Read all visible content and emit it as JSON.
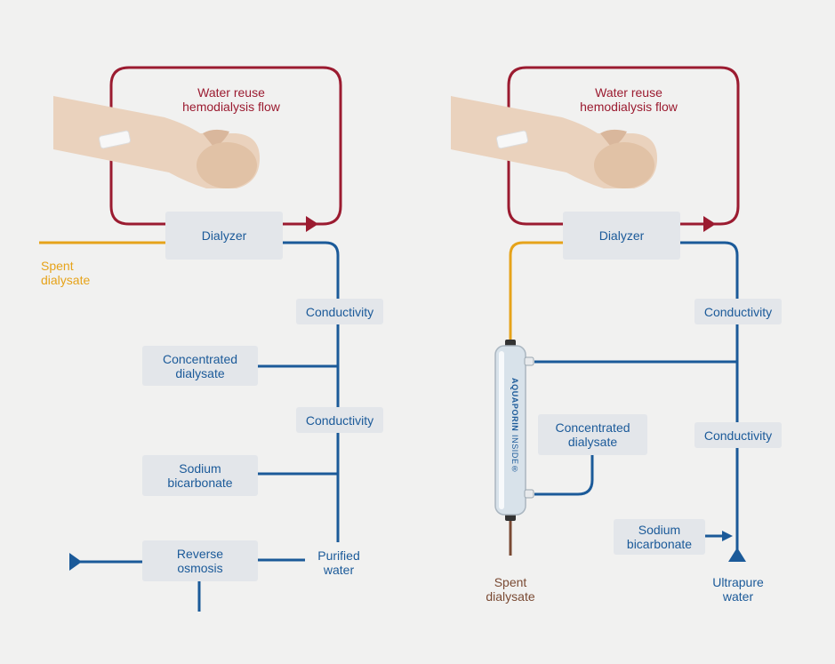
{
  "colors": {
    "blood": "#9b1b30",
    "water": "#1b5a99",
    "spent": "#e6a31a",
    "drain": "#7a4a33",
    "box": "#e3e6ea",
    "background": "#f1f1f0"
  },
  "left_panel": {
    "flow_title": "Water reuse\nhemodialysis flow",
    "dialyzer": "Dialyzer",
    "spent_dialysate": "Spent\ndialysate",
    "conductivity_1": "Conductivity",
    "concentrated_dialysate": "Concentrated\ndialysate",
    "conductivity_2": "Conductivity",
    "sodium_bicarbonate": "Sodium\nbicarbonate",
    "reverse_osmosis": "Reverse\nosmosis",
    "purified_water": "Purified\nwater"
  },
  "right_panel": {
    "flow_title": "Water reuse\nhemodialysis flow",
    "dialyzer": "Dialyzer",
    "conductivity_1": "Conductivity",
    "concentrated_dialysate": "Concentrated\ndialysate",
    "conductivity_2": "Conductivity",
    "sodium_bicarbonate": "Sodium\nbicarbonate",
    "spent_dialysate": "Spent\ndialysate",
    "ultrapure_water": "Ultrapure\nwater",
    "filter_brand": "AQUAPORIN",
    "filter_sub": "INSIDE®"
  }
}
